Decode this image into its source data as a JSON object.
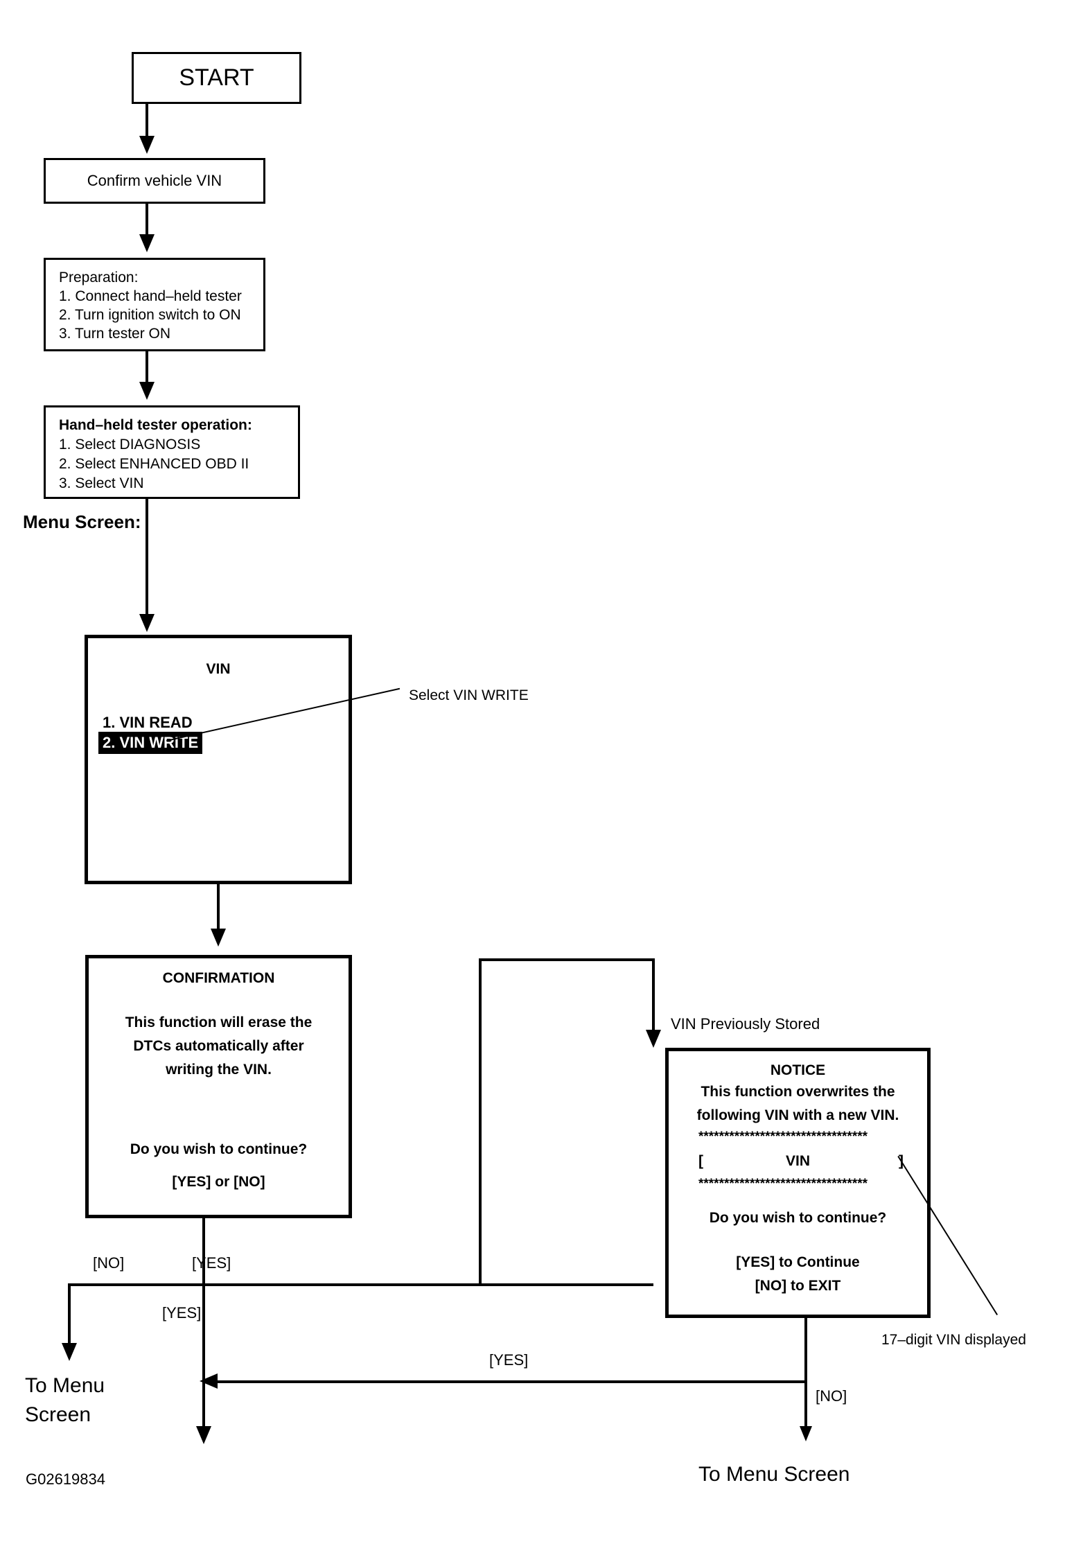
{
  "diagram": {
    "type": "flowchart",
    "title": "VIN WRITE procedure flowchart",
    "figure_id": "G02619834"
  },
  "nodes": {
    "start": {
      "label": "START"
    },
    "confirm_vin": {
      "label": "Confirm vehicle VIN"
    },
    "preparation": {
      "heading": "Preparation:",
      "steps": [
        "1. Connect hand–held tester",
        "2. Turn ignition switch to ON",
        "3. Turn tester ON"
      ]
    },
    "tester_operation": {
      "heading": "Hand–held tester operation:",
      "steps": [
        "1. Select DIAGNOSIS",
        "2. Select ENHANCED OBD II",
        "3. Select VIN"
      ]
    },
    "menu_screen_label": "Menu Screen:",
    "vin_menu": {
      "title": "VIN",
      "items": [
        {
          "label": "1. VIN READ",
          "selected": false
        },
        {
          "label": "2. VIN WRITE",
          "selected": true
        }
      ]
    },
    "confirmation": {
      "title": "CONFIRMATION",
      "lines": [
        "This function will erase the",
        "DTCs automatically after",
        "writing the VIN."
      ],
      "question": "Do you wish to continue?",
      "answer_hint": "[YES] or [NO]"
    },
    "notice": {
      "title": "NOTICE",
      "lines": [
        "This function overwrites the",
        "following VIN with a new VIN."
      ],
      "separator": "*********************************",
      "vin_field_left": "[",
      "vin_field_label": "VIN",
      "vin_field_right": "]",
      "question": "Do you wish to continue?",
      "options": [
        "[YES] to Continue",
        "[NO] to EXIT"
      ]
    }
  },
  "annotations": {
    "select_vin_write": "Select VIN WRITE",
    "vin_previously_stored": "VIN Previously Stored",
    "vin_digits": "17–digit VIN displayed"
  },
  "edge_labels": {
    "no_left": "[NO]",
    "yes_right": "[YES]",
    "yes_down": "[YES]",
    "yes_return": "[YES]",
    "no_exit": "[NO]"
  },
  "terminals": {
    "to_menu_screen_left_line1": "To Menu",
    "to_menu_screen_left_line2": "Screen",
    "to_menu_screen_right": "To Menu Screen"
  },
  "colors": {
    "ink": "#000000",
    "paper": "#ffffff",
    "highlight_bg": "#000000",
    "highlight_fg": "#ffffff"
  }
}
